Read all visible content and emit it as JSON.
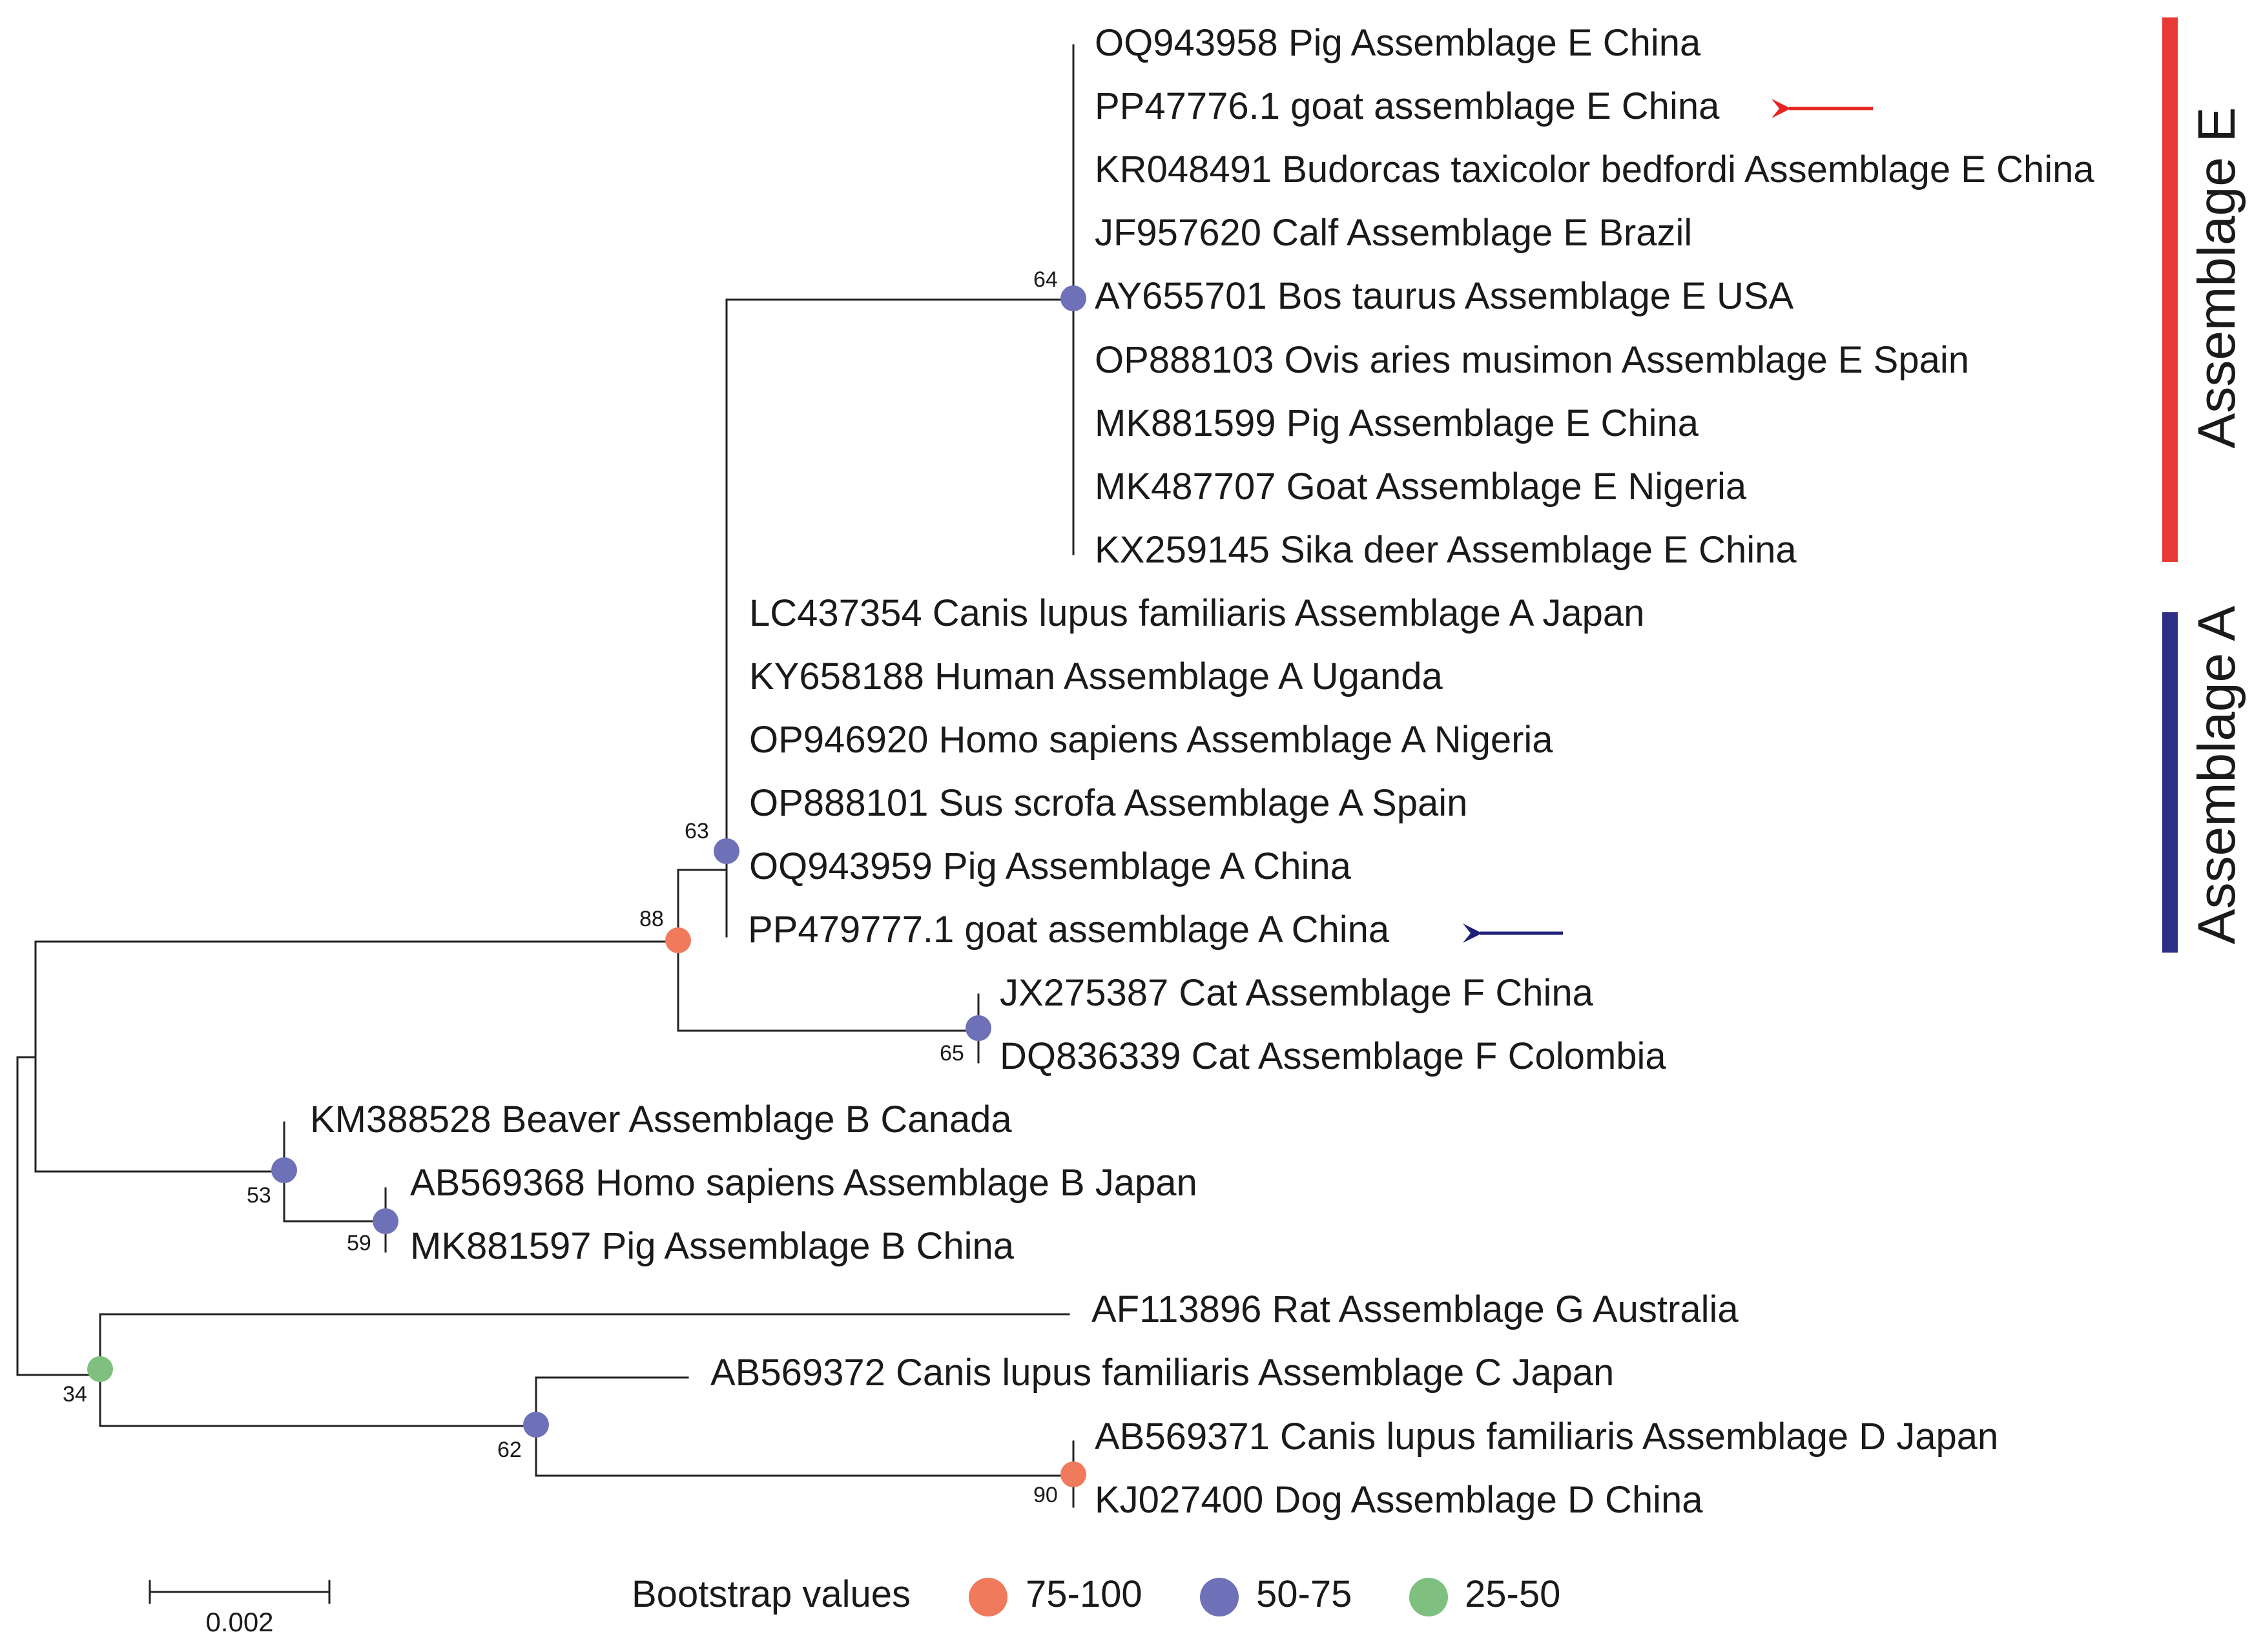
{
  "colors": {
    "high": "#f07a5c",
    "mid": "#6e70b8",
    "low": "#7fbf7f",
    "clade_e_bar": "#e83a36",
    "clade_a_bar": "#2e2e86",
    "arrow_e": "#e8231f",
    "arrow_a": "#1f1f7a"
  },
  "leaves": [
    {
      "id": "oq943958",
      "label": "OQ943958 Pig Assemblage E China"
    },
    {
      "id": "pp47776",
      "label": "PP47776.1 goat assemblage E China"
    },
    {
      "id": "kr048491",
      "label": "KR048491 Budorcas taxicolor bedfordi Assemblage E China"
    },
    {
      "id": "jf957620",
      "label": "JF957620 Calf Assemblage E Brazil"
    },
    {
      "id": "ay655701",
      "label": "AY655701 Bos taurus Assemblage E USA"
    },
    {
      "id": "op888103",
      "label": "OP888103 Ovis aries musimon Assemblage E Spain"
    },
    {
      "id": "mk881599",
      "label": "MK881599 Pig Assemblage E China"
    },
    {
      "id": "mk487707",
      "label": "MK487707 Goat Assemblage E Nigeria"
    },
    {
      "id": "kx259145",
      "label": "KX259145 Sika deer Assemblage E China"
    },
    {
      "id": "lc437354",
      "label": "LC437354 Canis lupus familiaris Assemblage A Japan"
    },
    {
      "id": "ky658188",
      "label": "KY658188 Human Assemblage A Uganda"
    },
    {
      "id": "op946920",
      "label": "OP946920 Homo sapiens Assemblage A Nigeria"
    },
    {
      "id": "op888101",
      "label": "OP888101 Sus scrofa Assemblage A Spain"
    },
    {
      "id": "oq943959",
      "label": "OQ943959 Pig Assemblage A China"
    },
    {
      "id": "pp479777",
      "label": "PP479777.1 goat assemblage A China"
    },
    {
      "id": "jx275387",
      "label": "JX275387 Cat Assemblage F China"
    },
    {
      "id": "dq836339",
      "label": "DQ836339 Cat Assemblage F Colombia"
    },
    {
      "id": "km388528",
      "label": "KM388528 Beaver Assemblage B Canada"
    },
    {
      "id": "ab569368",
      "label": "AB569368 Homo sapiens Assemblage B Japan"
    },
    {
      "id": "mk881597",
      "label": "MK881597 Pig Assemblage B China"
    },
    {
      "id": "af113896",
      "label": "AF113896 Rat Assemblage G Australia"
    },
    {
      "id": "ab569372",
      "label": "AB569372 Canis lupus familiaris Assemblage C Japan"
    },
    {
      "id": "ab569371",
      "label": "AB569371 Canis lupus familiaris Assemblage D Japan"
    },
    {
      "id": "kj027400",
      "label": "KJ027400 Dog Assemblage D China"
    }
  ],
  "nodes": [
    {
      "id": "e",
      "support": "64",
      "category": "mid"
    },
    {
      "id": "a",
      "support": "63",
      "category": "mid"
    },
    {
      "id": "f",
      "support": "65",
      "category": "mid"
    },
    {
      "id": "eaf",
      "support": "88",
      "category": "high"
    },
    {
      "id": "b_inner",
      "support": "59",
      "category": "mid"
    },
    {
      "id": "b",
      "support": "53",
      "category": "mid"
    },
    {
      "id": "cd",
      "support": "62",
      "category": "mid"
    },
    {
      "id": "d",
      "support": "90",
      "category": "high"
    },
    {
      "id": "gcd",
      "support": "34",
      "category": "low"
    }
  ],
  "clades": {
    "e": "Assemblage E",
    "a": "Assemblage A"
  },
  "legend": {
    "title": "Bootstrap values",
    "items": [
      {
        "label": "75-100",
        "category": "high"
      },
      {
        "label": "50-75",
        "category": "mid"
      },
      {
        "label": "25-50",
        "category": "low"
      }
    ]
  },
  "scale_bar": {
    "label": "0.002"
  }
}
